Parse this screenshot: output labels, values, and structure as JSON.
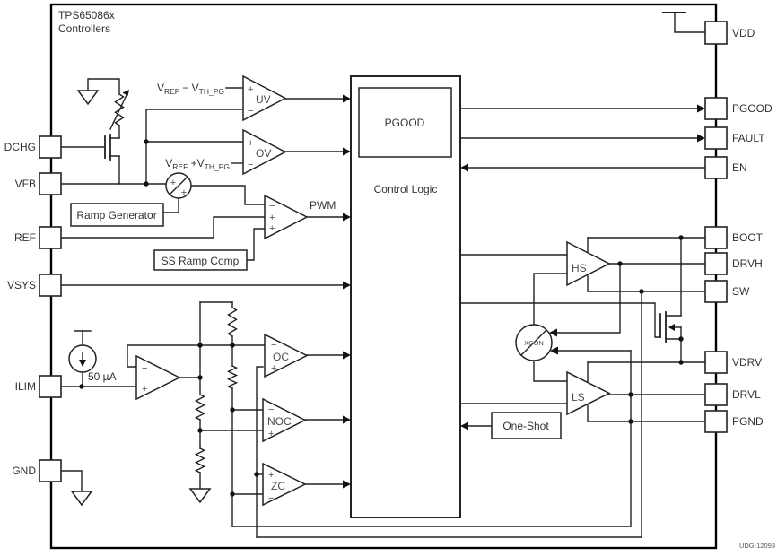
{
  "title": {
    "line1": "TPS65086x",
    "line2": "Controllers"
  },
  "annotation": "UDG-12093",
  "pins": {
    "left": [
      {
        "name": "DCHG"
      },
      {
        "name": "VFB"
      },
      {
        "name": "REF"
      },
      {
        "name": "VSYS"
      },
      {
        "name": "ILIM"
      },
      {
        "name": "GND"
      }
    ],
    "right": [
      {
        "name": "VDD"
      },
      {
        "name": "PGOOD"
      },
      {
        "name": "FAULT"
      },
      {
        "name": "EN"
      },
      {
        "name": "BOOT"
      },
      {
        "name": "DRVH"
      },
      {
        "name": "SW"
      },
      {
        "name": "VDRV"
      },
      {
        "name": "DRVL"
      },
      {
        "name": "PGND"
      }
    ]
  },
  "blocks": {
    "control_logic": "Control Logic",
    "pgood": "PGOOD",
    "ramp_generator": "Ramp Generator",
    "ss_ramp_comp": "SS Ramp Comp",
    "one_shot": "One-Shot"
  },
  "comparators": {
    "uv": "UV",
    "ov": "OV",
    "oc": "OC",
    "noc": "NOC",
    "zc": "ZC"
  },
  "drivers": {
    "hs": "HS",
    "ls": "LS",
    "xcon": "XCON"
  },
  "signals": {
    "pwm": "PWM",
    "current_source": "50 µA",
    "plus": "+",
    "minus": "−"
  },
  "thresholds": {
    "uv": {
      "base1": "V",
      "sub1": "REF",
      "mid": " − V",
      "sub2": "TH_PG"
    },
    "ov": {
      "base1": "V",
      "sub1": "REF",
      "mid": " +V",
      "sub2": "TH_PG"
    }
  },
  "colors": {
    "line": "#222222",
    "text": "#333333",
    "background": "#ffffff"
  }
}
